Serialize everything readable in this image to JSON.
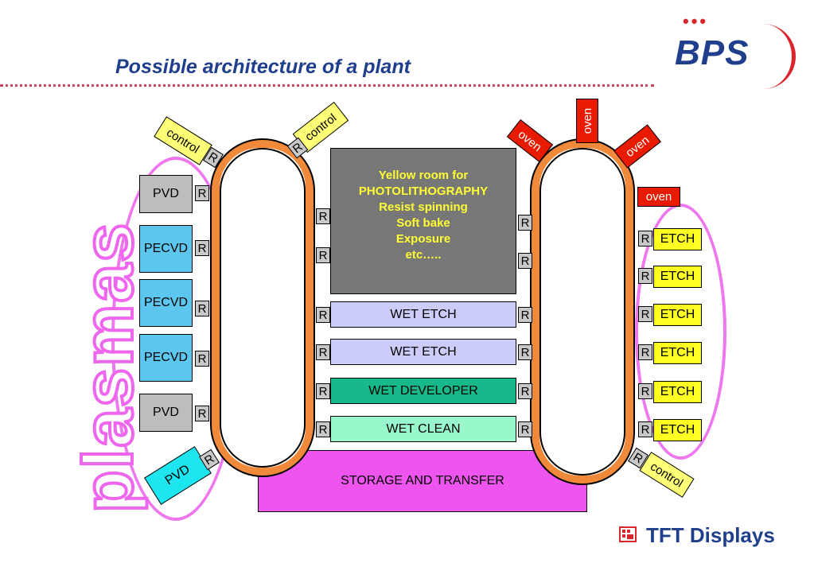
{
  "title": "Possible architecture of a plant",
  "logo": {
    "dots": "•••",
    "text": "BPS"
  },
  "plasmas_label": "plasmas",
  "r_label": "R",
  "control_label": "control",
  "oven_label": "oven",
  "etch_label": "ETCH",
  "left_tools": [
    "PVD",
    "PECVD",
    "PECVD",
    "PECVD",
    "PVD"
  ],
  "pvd_bottom": "PVD",
  "yellow_room": {
    "line1": "Yellow room for",
    "line2": "PHOTOLITHOGRAPHY",
    "line3": "Resist spinning",
    "line4": "Soft bake",
    "line5": "Exposure",
    "line6": "etc….."
  },
  "wet_stations": [
    "WET ETCH",
    "WET ETCH",
    "WET DEVELOPER",
    "WET CLEAN"
  ],
  "storage_label": "STORAGE AND TRANSFER",
  "footer": {
    "brand": "TFT Displays"
  },
  "colors": {
    "title": "#1f3f8c",
    "track": "#f08a3a",
    "plasmas": "#ee77ee",
    "oven": "#e81a00",
    "etch": "#ffff22",
    "storage": "#ee55ee"
  }
}
